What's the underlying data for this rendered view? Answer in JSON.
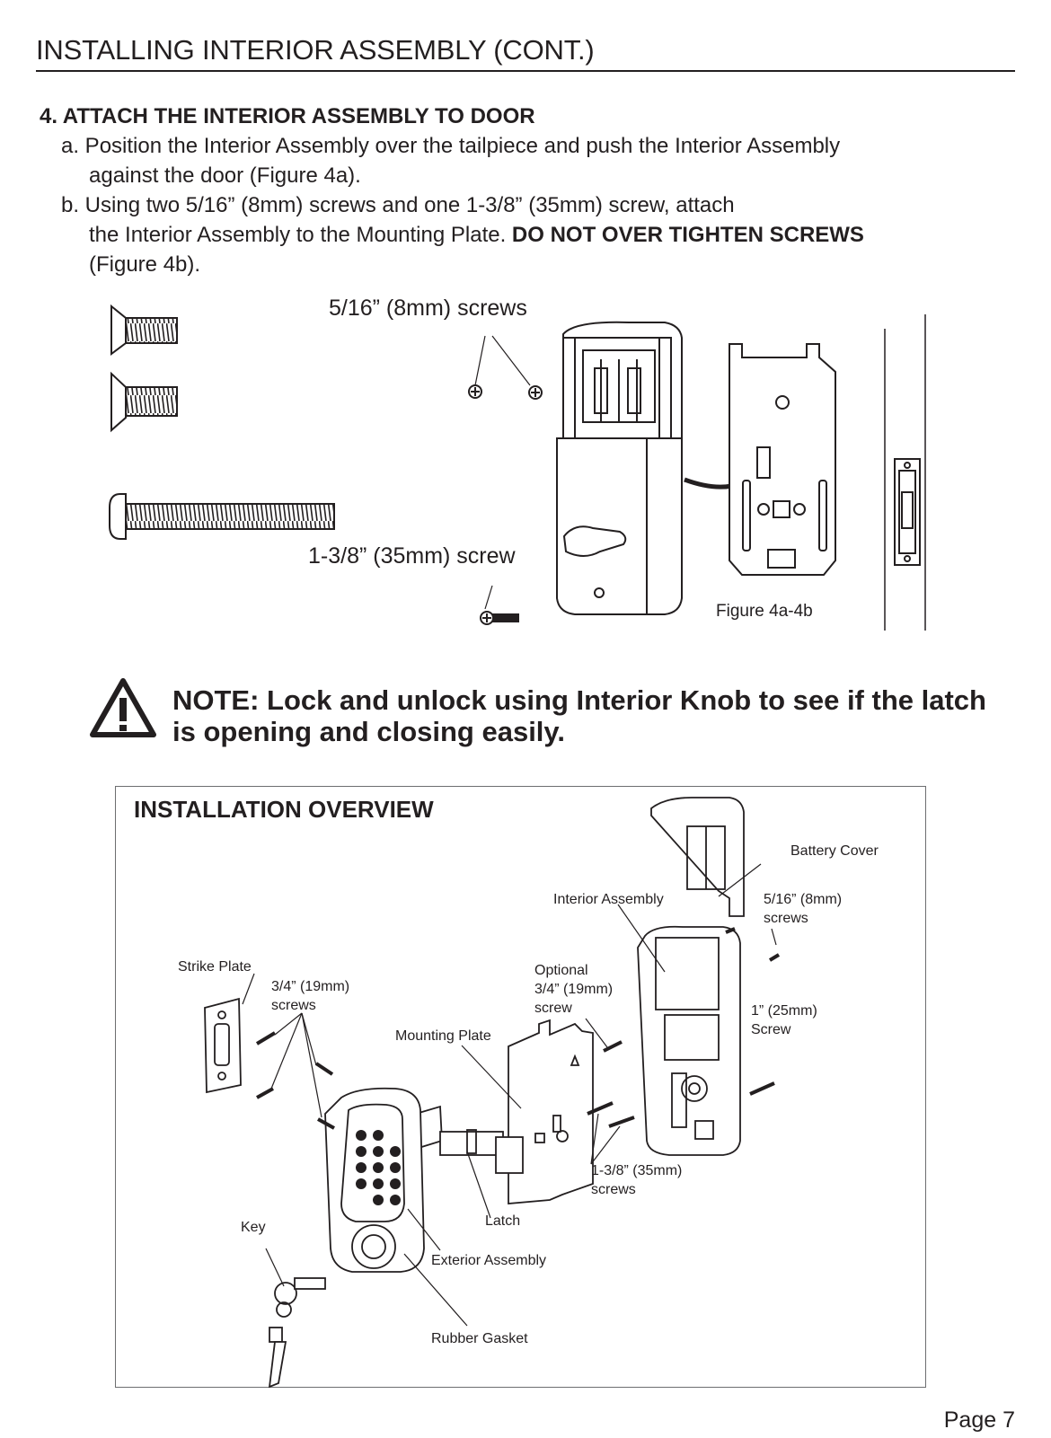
{
  "header": {
    "title": "INSTALLING INTERIOR ASSEMBLY (CONT.)"
  },
  "step": {
    "title": "4. ATTACH THE INTERIOR ASSEMBLY TO DOOR",
    "a_line1": "a. Position the Interior Assembly over the tailpiece and push the Interior Assembly",
    "a_line2": "against the door (Figure 4a).",
    "b_line1": "b. Using two 5/16” (8mm) screws and one 1-3/8” (35mm) screw, attach",
    "b_line2_plain": "the Interior Assembly to the Mounting Plate. ",
    "b_line2_bold": "DO NOT OVER TIGHTEN SCREWS",
    "b_line3": "(Figure 4b)."
  },
  "figure_4": {
    "label_short_screws": "5/16” (8mm) screws",
    "label_long_screw": "1-3/8” (35mm) screw",
    "caption": "Figure 4a-4b"
  },
  "note": {
    "icon": "warning-triangle-icon",
    "text": "NOTE: Lock and unlock using Interior Knob to see if the latch is opening and closing easily."
  },
  "overview": {
    "title": "INSTALLATION OVERVIEW",
    "labels": {
      "battery_cover": "Battery Cover",
      "interior_assembly": "Interior Assembly",
      "screws_8mm_1": "5/16” (8mm)",
      "screws_8mm_2": "screws",
      "strike_plate": "Strike Plate",
      "screws_19mm_1": "3/4” (19mm)",
      "screws_19mm_2": "screws",
      "optional_1": "Optional",
      "optional_2": "3/4” (19mm)",
      "optional_3": "screw",
      "mounting_plate": "Mounting Plate",
      "screw_25mm_1": "1” (25mm)",
      "screw_25mm_2": "Screw",
      "screws_35mm_1": "1-3/8” (35mm)",
      "screws_35mm_2": "screws",
      "key": "Key",
      "latch": "Latch",
      "exterior_assembly": "Exterior Assembly",
      "rubber_gasket": "Rubber Gasket"
    }
  },
  "footer": {
    "page": "Page 7"
  }
}
